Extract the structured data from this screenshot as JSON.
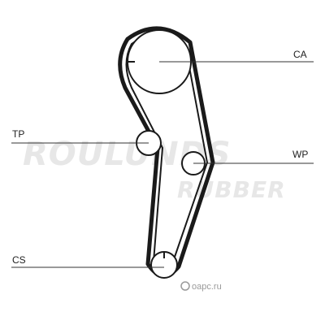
{
  "watermark": {
    "line1": "ROULUNDS",
    "line2": "RUBBER"
  },
  "labels": {
    "ca": "CA",
    "tp": "TP",
    "wp": "WP",
    "cs": "CS"
  },
  "source": "oapc.ru",
  "colors": {
    "belt": "#1a1a1a",
    "line": "#333333",
    "watermark": "#e7e7e7"
  }
}
